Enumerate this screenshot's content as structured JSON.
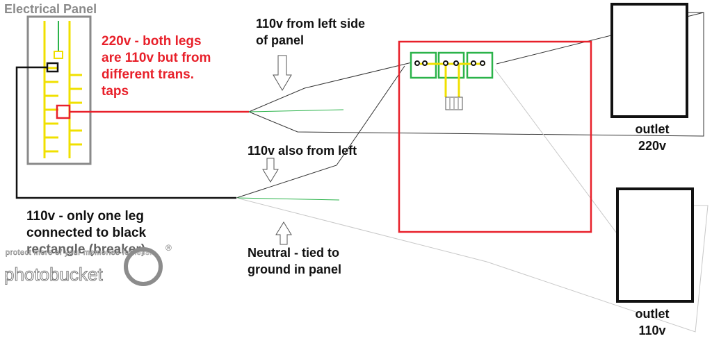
{
  "labels": {
    "panel_title": "Electrical Panel",
    "red_note": [
      "220v - both legs",
      "are 110v but from",
      "different trans.",
      "taps"
    ],
    "top_note": [
      "110v from left side",
      "of panel"
    ],
    "mid_note": "110v also from left",
    "left_note": [
      "110v - only one leg",
      "connected to black",
      "rectangle (breaker)"
    ],
    "neutral_note": [
      "Neutral - tied to",
      "ground in panel"
    ],
    "outlet_top": [
      "outlet",
      "220v"
    ],
    "outlet_bottom": [
      "outlet",
      "110v"
    ]
  },
  "watermark": {
    "line1": "protect more of your memories for less!",
    "line2": "photobucket",
    "reg": "®"
  },
  "colors": {
    "panel_border": "#8a8a8a",
    "bus_yellow": "#f0e000",
    "wire_red": "#e8202a",
    "wire_black": "#111111",
    "wire_green": "#2bb34a",
    "box_red": "#e8202a",
    "terminal_green": "#2bb34a",
    "thin_line": "#c8c8c8"
  }
}
